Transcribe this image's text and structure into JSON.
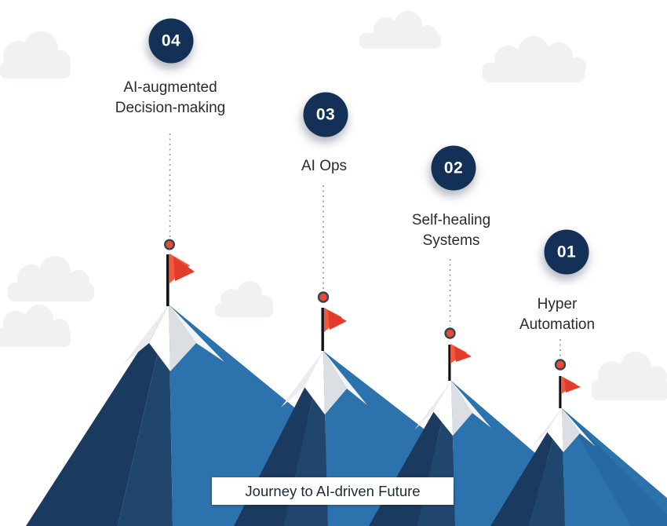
{
  "banner": {
    "label": "Journey to AI-driven Future"
  },
  "milestones": [
    {
      "number": "01",
      "line1": "Hyper",
      "line2": "Automation"
    },
    {
      "number": "02",
      "line1": "Self-healing",
      "line2": "Systems"
    },
    {
      "number": "03",
      "line1": "AI Ops",
      "line2": ""
    },
    {
      "number": "04",
      "line1": "AI-augmented",
      "line2": "Decision-making"
    }
  ],
  "icons": {
    "flag-icon": "red pennant flag ⚑",
    "marker-dot-icon": "red dot ◉",
    "cloud-icon": "cloud ☁",
    "dashed-connector": "vertical dotted line"
  },
  "colors": {
    "badge_navy": "#133156",
    "mountain_dark": "#1A3A5F",
    "mountain_mid": "#21466D",
    "mountain_light": "#2C73AE",
    "mountain_edge": "#276AA3",
    "snow_white": "#FFFFFF",
    "snow_gray": "#DBDFE3",
    "snow_gray_light": "#E9EBEE",
    "flag_red": "#F4573F",
    "flag_red_dark": "#E23C2A",
    "marker_red": "#E84B38",
    "marker_ring": "#36454F",
    "pole_black": "#111214",
    "cloud_gray": "#F0F1F2",
    "dash_gray": "#9097A0",
    "label_text": "#2B2B2B",
    "banner_text": "#1D2A38",
    "background": "#FFFFFF"
  }
}
